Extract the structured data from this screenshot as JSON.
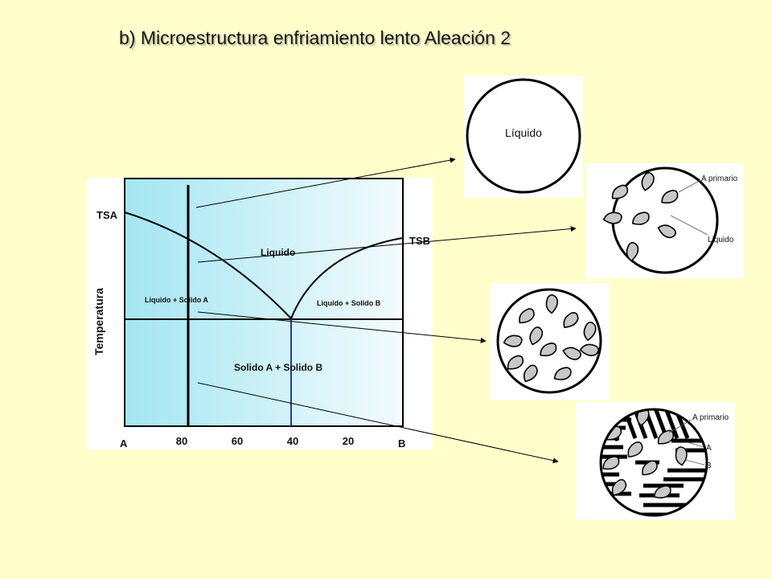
{
  "title": "b) Microestructura enfriamiento lento Aleación 2",
  "diagram": {
    "y_axis_label": "Temperatura",
    "left_component": "A",
    "right_component": "B",
    "x_ticks": [
      "80",
      "60",
      "40",
      "20"
    ],
    "tsa_label": "TSA",
    "tsb_label": "TSB",
    "liquid_region": "Liquido",
    "liquid_solid_a_region": "Liquido + Solido A",
    "liquid_solid_b_region": "Liquido + Solido B",
    "solid_region": "Solido A + Solido B"
  },
  "microstructures": {
    "liquid_label": "Líquido",
    "a_primario_label": "A primario",
    "liquido_label": "Liquido",
    "a_primario_label_2": "A primario",
    "phase_a_label": "A",
    "phase_b_label": "B"
  },
  "colors": {
    "background": "#ffffcc",
    "gradient_left": "#a3e6f2",
    "gradient_right": "#f3fbfd",
    "composition_line": "#1f3f88",
    "grain_fill": "#c8c8c8"
  }
}
